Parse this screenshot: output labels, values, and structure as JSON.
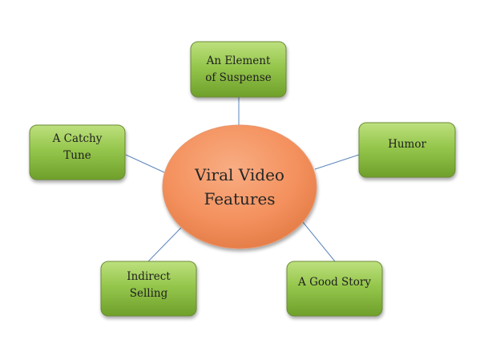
{
  "center": {
    "label": "Viral Video\nFeatures",
    "fill": "#f4915e"
  },
  "nodes": [
    {
      "id": "suspense",
      "label": "An Element\nof Suspense"
    },
    {
      "id": "humor",
      "label": "Humor"
    },
    {
      "id": "story",
      "label": "A Good Story"
    },
    {
      "id": "selling",
      "label": "Indirect\nSelling"
    },
    {
      "id": "tune",
      "label": "A Catchy\nTune"
    }
  ],
  "colors": {
    "node_fill": "#8dbf46",
    "connector": "#5b86bd",
    "center_fill": "#f4915e"
  }
}
